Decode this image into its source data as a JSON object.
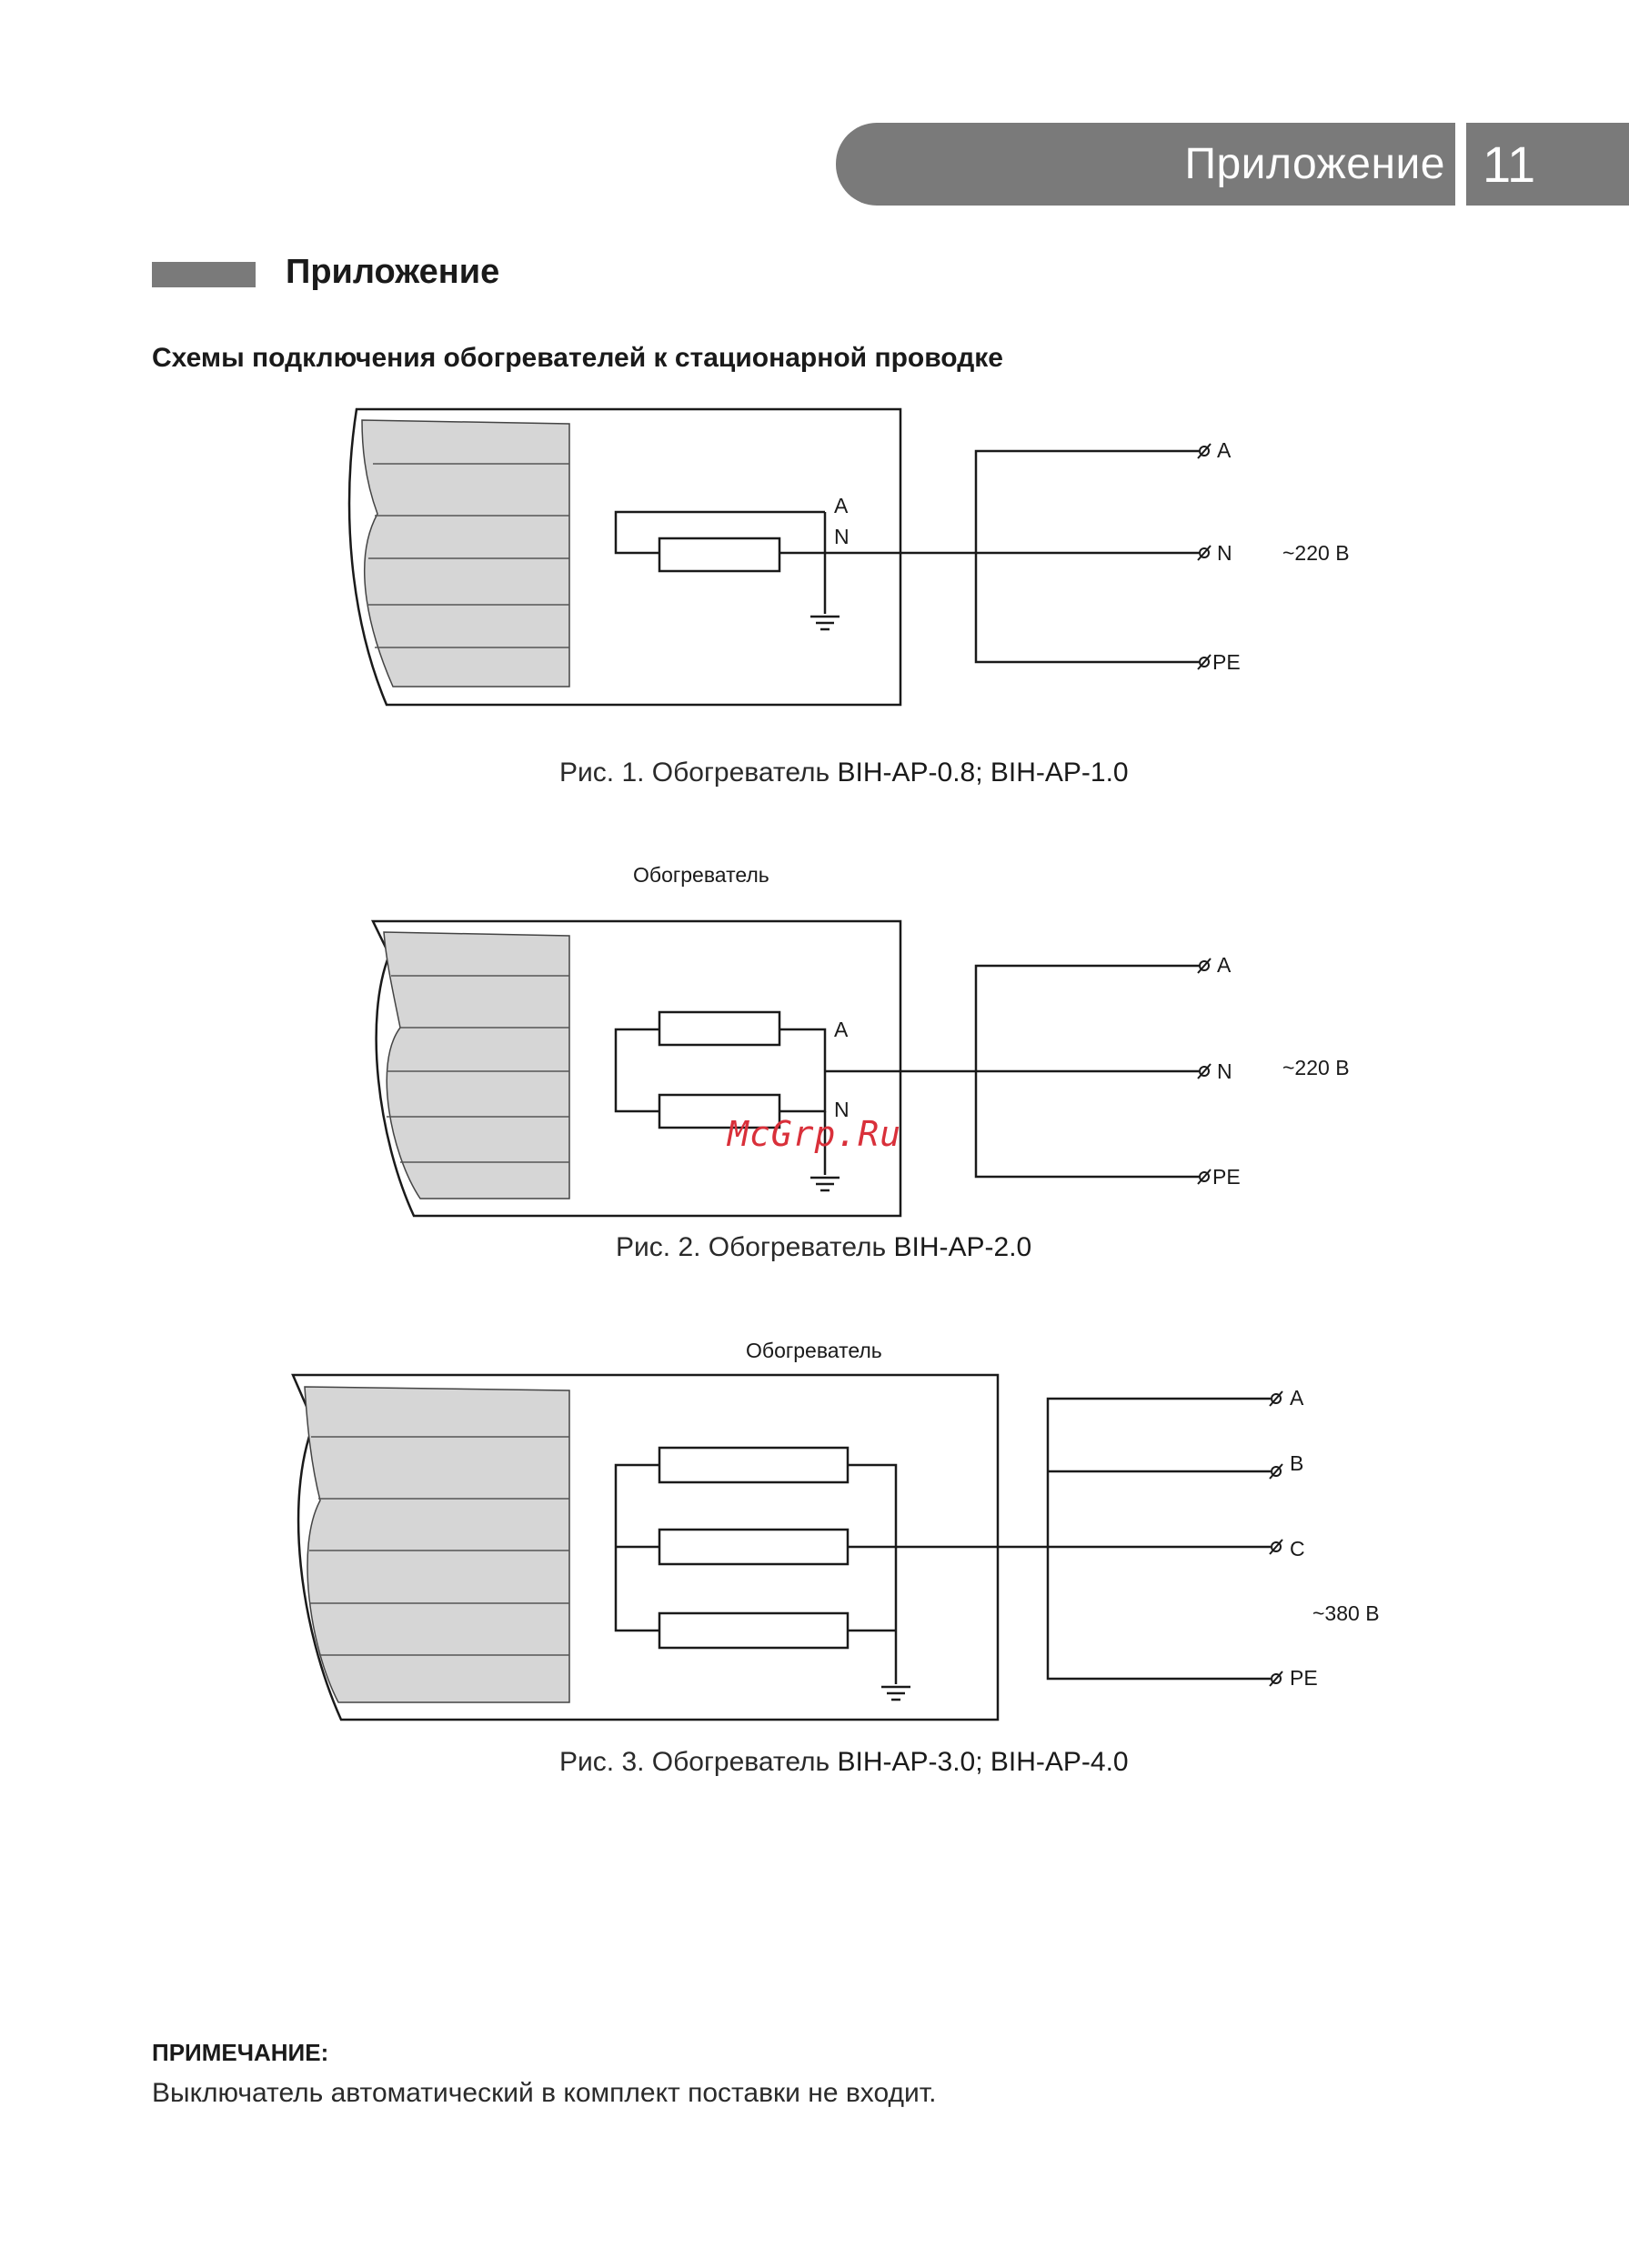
{
  "header": {
    "section_label": "Приложение",
    "page_number": "11"
  },
  "section": {
    "title": "Приложение",
    "subtitle": "Схемы подключения обогревателей к стационарной проводке"
  },
  "figures": [
    {
      "caption_prefix": "Рис. 1. Обогреватель ",
      "caption_model": "BIH-AP-0.8; BIH-AP-1.0",
      "heater_label": "",
      "internal_terminals": [
        "A",
        "N"
      ],
      "external_terminals": [
        "A",
        "N",
        "PE"
      ],
      "voltage": "~220 В"
    },
    {
      "caption_prefix": "Рис. 2. Обогреватель ",
      "caption_model": "BIH-AP-2.0",
      "heater_label": "Обогреватель",
      "internal_terminals": [
        "A",
        "N"
      ],
      "external_terminals": [
        "A",
        "N",
        "PE"
      ],
      "voltage": "~220 В"
    },
    {
      "caption_prefix": "Рис. 3. Обогреватель ",
      "caption_model": "BIH-AP-3.0; BIH-AP-4.0",
      "heater_label": "Обогреватель",
      "internal_terminals": [],
      "external_terminals": [
        "A",
        "B",
        "C",
        "PE"
      ],
      "voltage": "~380 В"
    }
  ],
  "watermark": "McGrp.Ru",
  "note": {
    "title": "ПРИМЕЧАНИЕ:",
    "text": "Выключатель автоматический в комплект поставки не входит."
  }
}
